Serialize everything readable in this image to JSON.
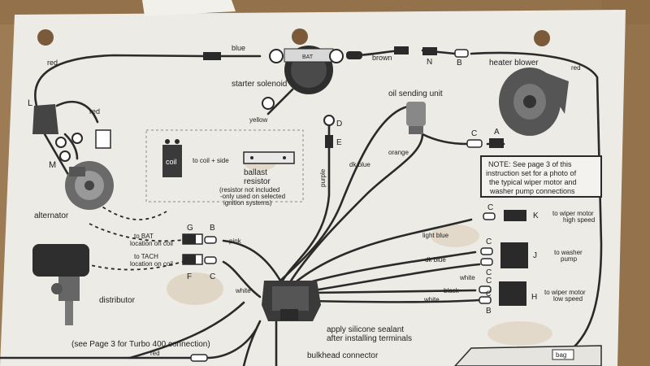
{
  "diagram": {
    "labels": {
      "red_top": "red",
      "blue": "blue",
      "bat": "BAT",
      "brown": "brown",
      "n": "N",
      "b_top": "B",
      "red_right": "red",
      "heater_blower": "heater blower",
      "starter_solenoid": "starter solenoid",
      "l": "L",
      "red_mid": "red",
      "yellow": "yellow",
      "d": "D",
      "e": "E",
      "oil_sending_unit": "oil sending unit",
      "c_top": "C",
      "a": "A",
      "purple": "purple",
      "dk_blue_mid": "dk blue",
      "orange": "orange",
      "coil": "coil",
      "to_coil_side": "to coil + side",
      "ballast_resistor_1": "ballast",
      "ballast_resistor_2": "resistor",
      "resistor_note_1": "(resistor not included",
      "resistor_note_2": "-only used on selected",
      "resistor_note_3": "ignition systems)",
      "m": "M",
      "alternator": "alternator",
      "g": "G",
      "b_mid": "B",
      "to_bat_1": "to BAT",
      "to_bat_2": "location on coil",
      "pink": "pink",
      "to_tach_1": "to TACH",
      "to_tach_2": "location on coil",
      "f": "F",
      "c_mid": "C",
      "distributor": "distributor",
      "white_left": "white",
      "light_blue": "light blue",
      "c_k": "C",
      "k": "K",
      "to_wiper_high_1": "to wiper motor",
      "to_wiper_high_2": "high speed",
      "dk_blue_right": "dk blue",
      "c_j1": "C",
      "c_j2": "C",
      "j": "J",
      "to_washer_1": "to washer",
      "to_washer_2": "pump",
      "white_mid": "white",
      "black": "black",
      "white_right": "white",
      "c_h1": "C",
      "c_h2": "C",
      "h": "H",
      "b_h": "B",
      "to_wiper_low_1": "to wiper motor",
      "to_wiper_low_2": "low speed",
      "sealant_1": "apply silicone sealant",
      "sealant_2": "after installing terminals",
      "turbo_note": "(see Page 3 for Turbo 400 connection)",
      "red_bottom": "red",
      "bulkhead": "bulkhead connector",
      "bag": "bag"
    },
    "note": {
      "line1": "NOTE: See page 3 of this",
      "line2": "instruction set for a photo of",
      "line3": "the typical wiper motor and",
      "line4": "washer pump connections"
    },
    "colors": {
      "paper": "#ecebe6",
      "wood": "#9c7b55",
      "wire": "#2a2a2a",
      "component": "#3a3a3a"
    }
  }
}
